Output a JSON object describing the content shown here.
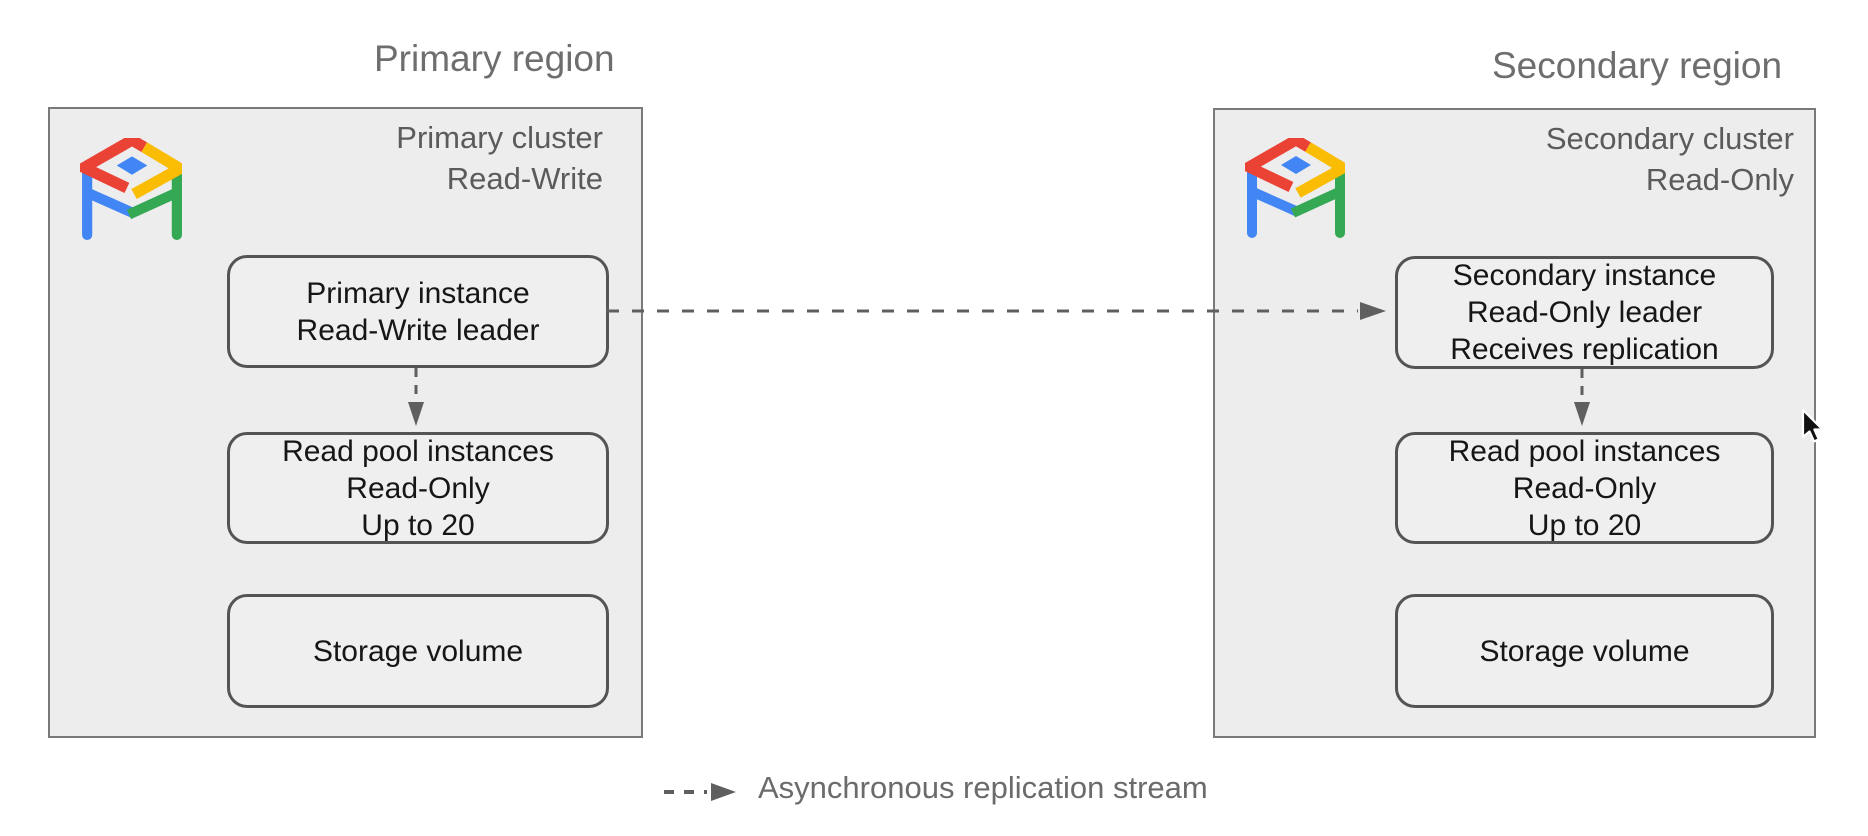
{
  "diagram": {
    "type": "architecture-diagram",
    "subject": "AlloyDB cross-region asynchronous replication"
  },
  "regions": {
    "primary": {
      "label": "Primary region",
      "cluster": {
        "title_line1": "Primary cluster",
        "title_line2": "Read-Write",
        "icon": "alloydb-logo"
      },
      "instance_box": {
        "line1": "Primary instance",
        "line2": "Read-Write leader"
      },
      "read_pool_box": {
        "line1": "Read pool instances",
        "line2": "Read-Only",
        "line3": "Up to 20"
      },
      "storage_box": {
        "label": "Storage volume"
      }
    },
    "secondary": {
      "label": "Secondary region",
      "cluster": {
        "title_line1": "Secondary cluster",
        "title_line2": "Read-Only",
        "icon": "alloydb-logo"
      },
      "instance_box": {
        "line1": "Secondary instance",
        "line2": "Read-Only leader",
        "line3": "Receives replication"
      },
      "read_pool_box": {
        "line1": "Read pool instances",
        "line2": "Read-Only",
        "line3": "Up to 20"
      },
      "storage_box": {
        "label": "Storage volume"
      }
    }
  },
  "arrows": {
    "replication": "asynchronous-replication-arrow",
    "primary_to_read_pool": "dashed-down-arrow",
    "secondary_to_read_pool": "dashed-down-arrow"
  },
  "legend": {
    "label": "Asynchronous replication stream"
  },
  "icons": {
    "cluster_icon": "alloydb-logo",
    "pointer": "mouse-cursor"
  },
  "colors": {
    "google_red": "#EA4335",
    "google_yellow": "#FBBC04",
    "google_green": "#34A853",
    "google_blue": "#4285F4",
    "cluster_fill": "#ededee",
    "node_fill": "#efeff0",
    "node_border": "#545454",
    "arrow_gray": "#5f5f5f",
    "label_gray": "#6e6e6e"
  }
}
